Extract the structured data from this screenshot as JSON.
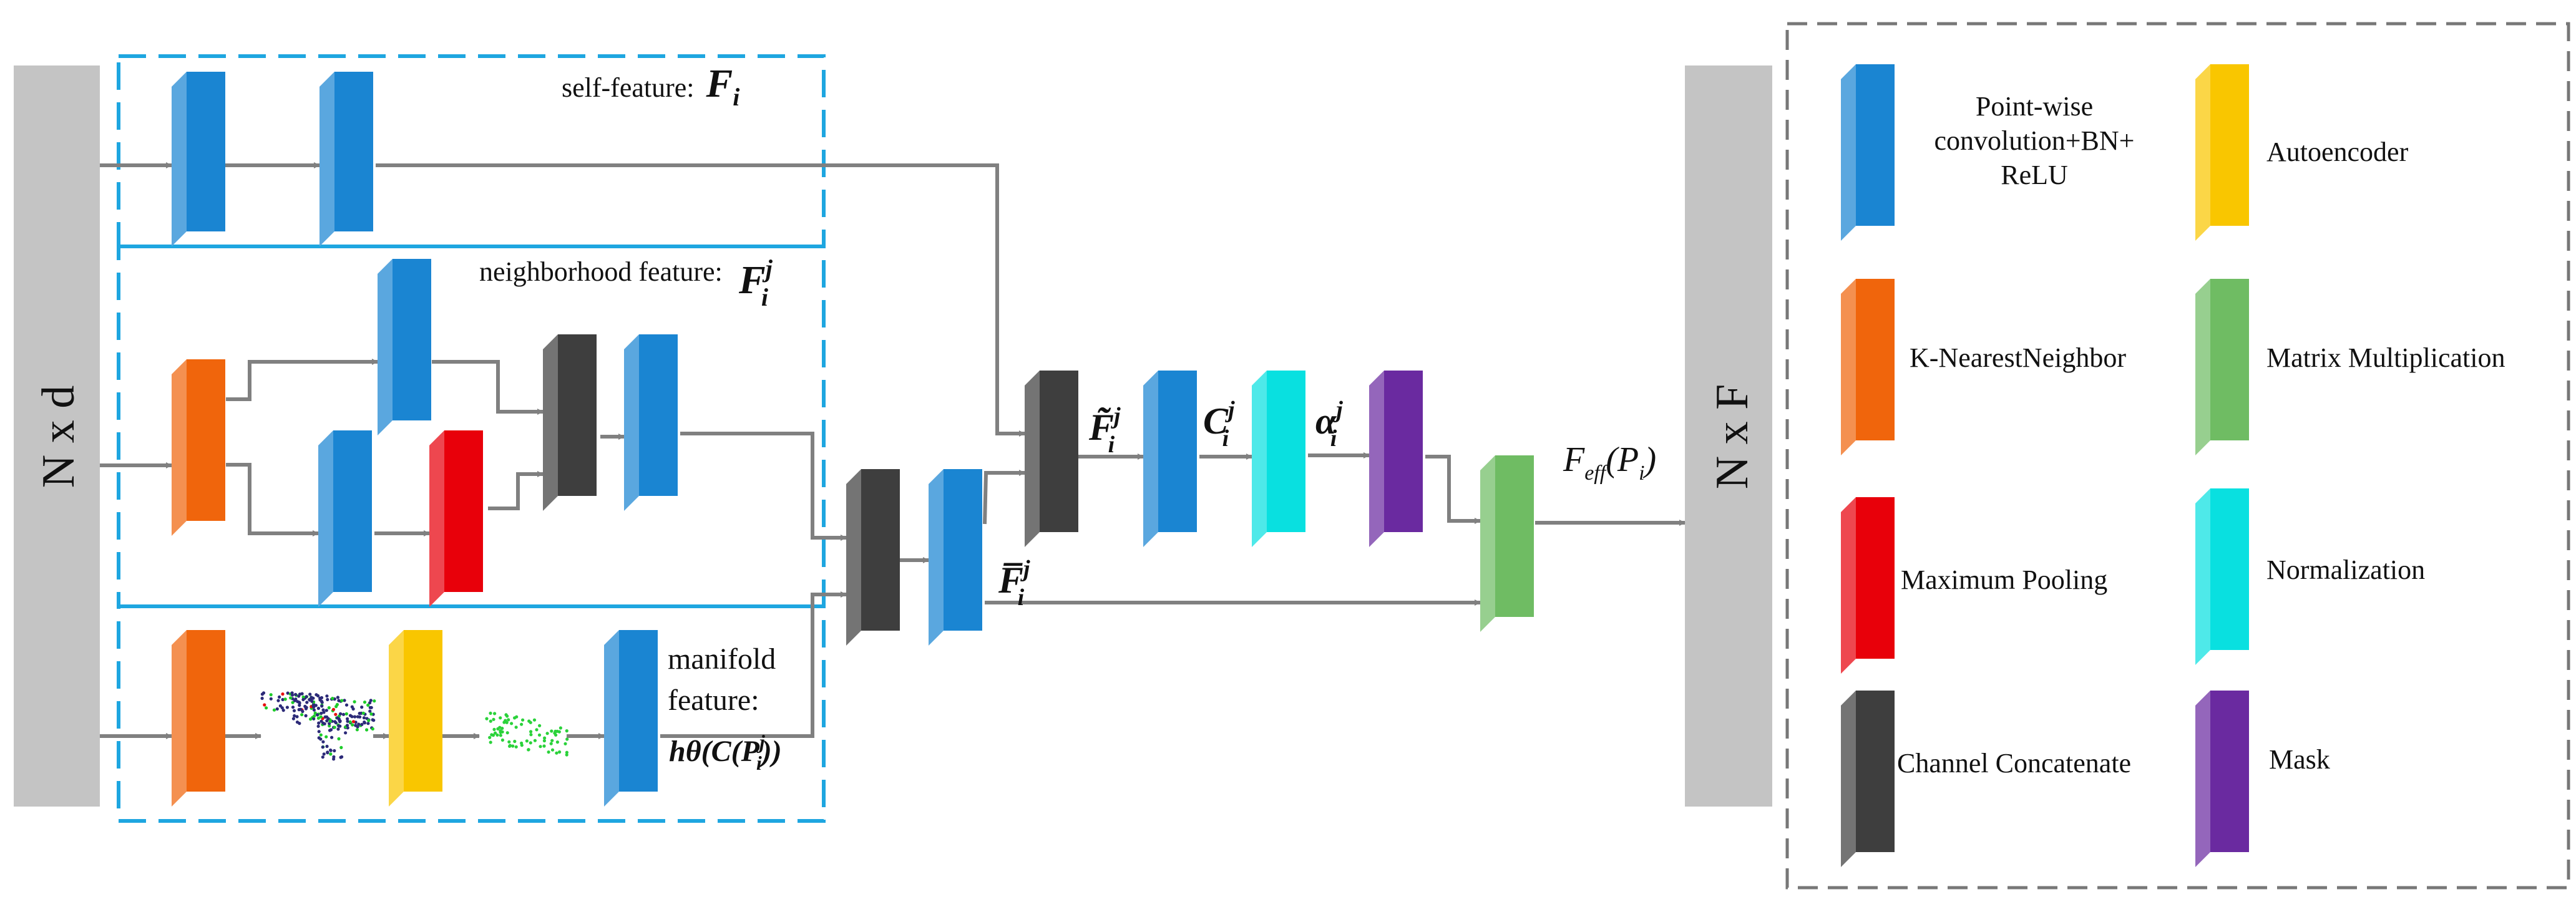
{
  "input_label": "N x d",
  "output_label": "N x F",
  "self_feature": {
    "text": "self-feature:",
    "symbol": "F",
    "sub": "i"
  },
  "neighborhood_feature": {
    "text": "neighborhood feature:",
    "symbol": "F",
    "sub": "i",
    "sup": "j"
  },
  "manifold_feature": {
    "line1": "manifold",
    "line2": "feature:",
    "formula": "hθ(C(P",
    "formula_sub": "i",
    "formula_sup": "j",
    "formula_end": "))"
  },
  "symbols": {
    "f_tilde": {
      "symbol": "F̃",
      "sub": "i",
      "sup": "j"
    },
    "c": {
      "symbol": "C",
      "sub": "i",
      "sup": "j"
    },
    "alpha": {
      "symbol": "α",
      "sub": "i",
      "sup": "j"
    },
    "f_bar": {
      "symbol": "F̅",
      "sub": "i",
      "sup": "j"
    },
    "f_eff": {
      "symbol": "F",
      "sub": "eff",
      "args": "(P",
      "args_sub": "i",
      "args_end": ")"
    }
  },
  "legend": {
    "items": [
      {
        "key": "conv",
        "lines": [
          "Point-wise",
          "convolution+BN+",
          "ReLU"
        ],
        "color": "#1a85d2"
      },
      {
        "key": "autoencoder",
        "lines": [
          "Autoencoder"
        ],
        "color": "#f9c600"
      },
      {
        "key": "knn",
        "lines": [
          "K-NearestNeighbor"
        ],
        "color": "#f0650c"
      },
      {
        "key": "matmul",
        "lines": [
          "Matrix Multiplication"
        ],
        "color": "#6fbc63"
      },
      {
        "key": "maxpool",
        "lines": [
          "Maximum Pooling"
        ],
        "color": "#e8000a"
      },
      {
        "key": "norm",
        "lines": [
          "Normalization"
        ],
        "color": "#09e0e0"
      },
      {
        "key": "concat",
        "lines": [
          "Channel Concatenate"
        ],
        "color": "#3e3e3e"
      },
      {
        "key": "mask",
        "lines": [
          "Mask"
        ],
        "color": "#6a2aa0"
      }
    ]
  },
  "colors": {
    "conv": "#1a85d2",
    "autoencoder": "#f9c600",
    "knn": "#f0650c",
    "matmul": "#6fbc63",
    "maxpool": "#e8000a",
    "norm": "#09e0e0",
    "concat": "#3e3e3e",
    "mask": "#6a2aa0",
    "dashed_box": "#1ea6e0",
    "legend_border": "#777777",
    "arrow": "#808080",
    "io_bar": "#c4c4c4"
  }
}
